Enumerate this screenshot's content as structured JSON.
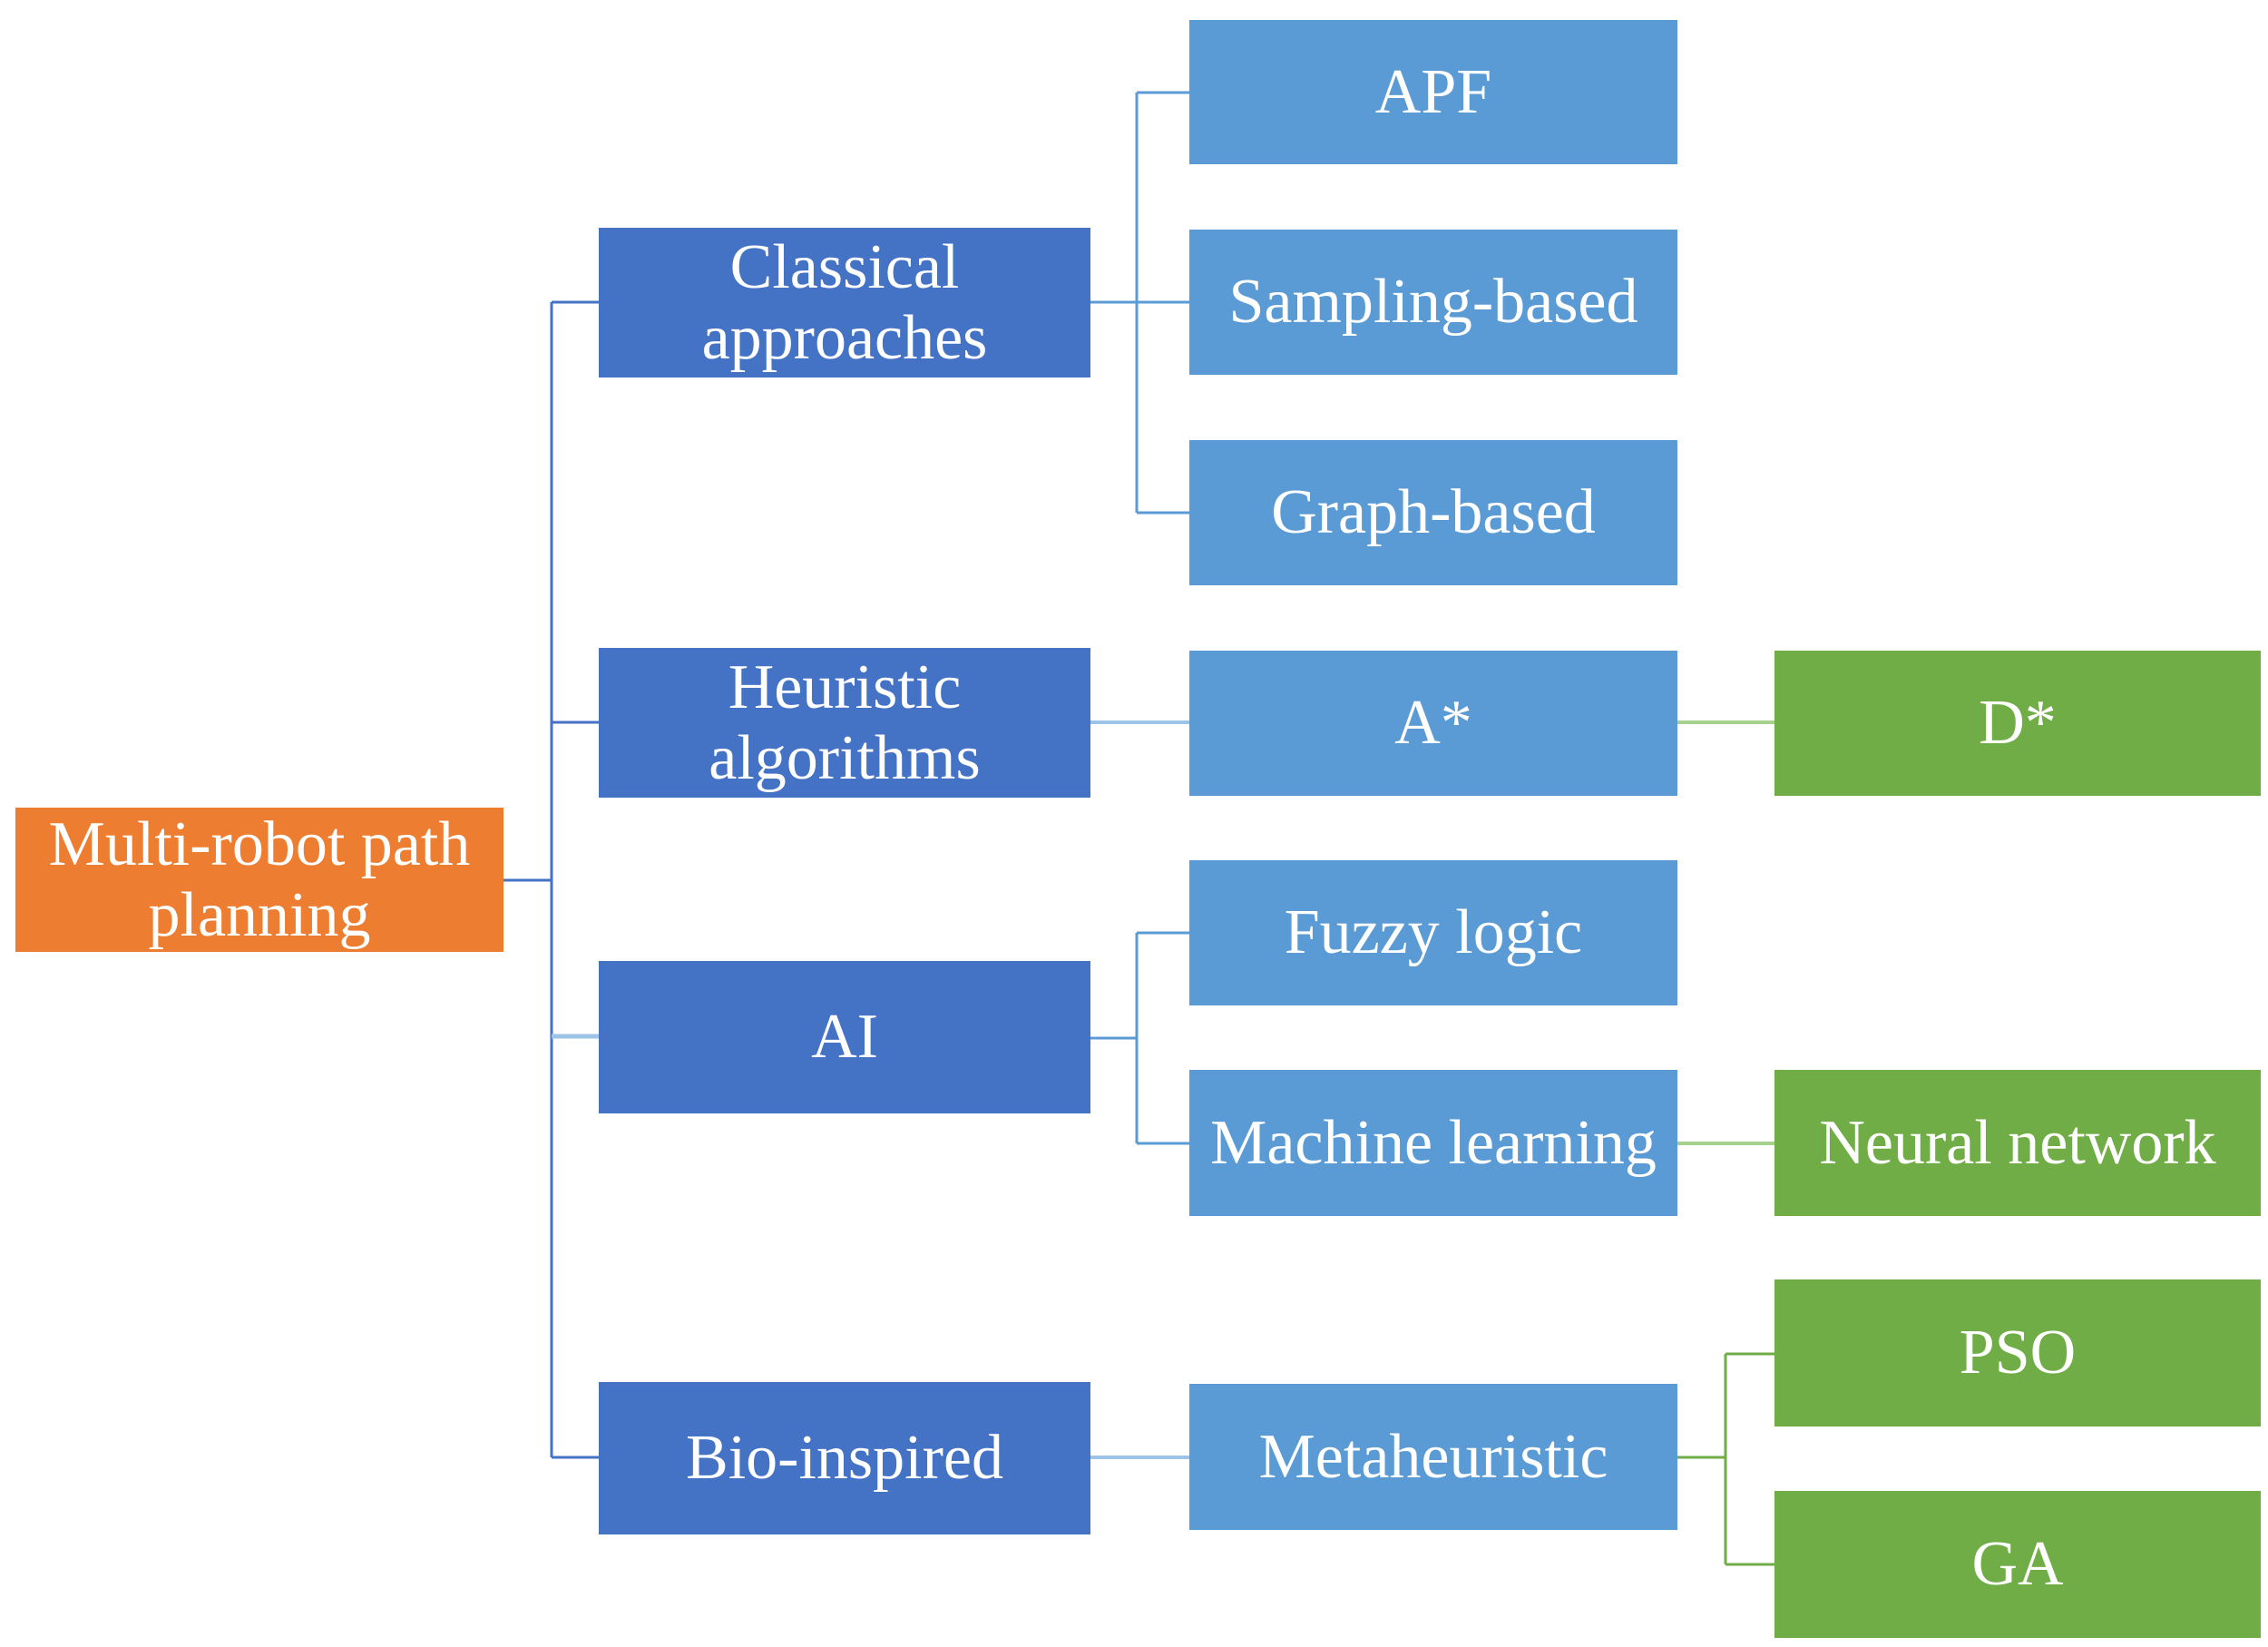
{
  "colors": {
    "root": "#ED7D31",
    "category": "#4472C4",
    "method": "#5B9BD5",
    "variant": "#70AD47",
    "connector_blue": "#4472C4",
    "connector_light": "#9DC3E6",
    "connector_green": "#A9D18E"
  },
  "root": {
    "label": "Multi-robot path\nplanning"
  },
  "categories": [
    {
      "label": "Classical\napproaches"
    },
    {
      "label": "Heuristic\nalgorithms"
    },
    {
      "label": "AI"
    },
    {
      "label": "Bio-inspired"
    }
  ],
  "methods": [
    {
      "label": "APF"
    },
    {
      "label": "Sampling-based"
    },
    {
      "label": "Graph-based"
    },
    {
      "label": "A*"
    },
    {
      "label": "Fuzzy logic"
    },
    {
      "label": "Machine learning"
    },
    {
      "label": "Metaheuristic"
    }
  ],
  "variants": [
    {
      "label": "D*"
    },
    {
      "label": "Neural network"
    },
    {
      "label": "PSO"
    },
    {
      "label": "GA"
    }
  ]
}
